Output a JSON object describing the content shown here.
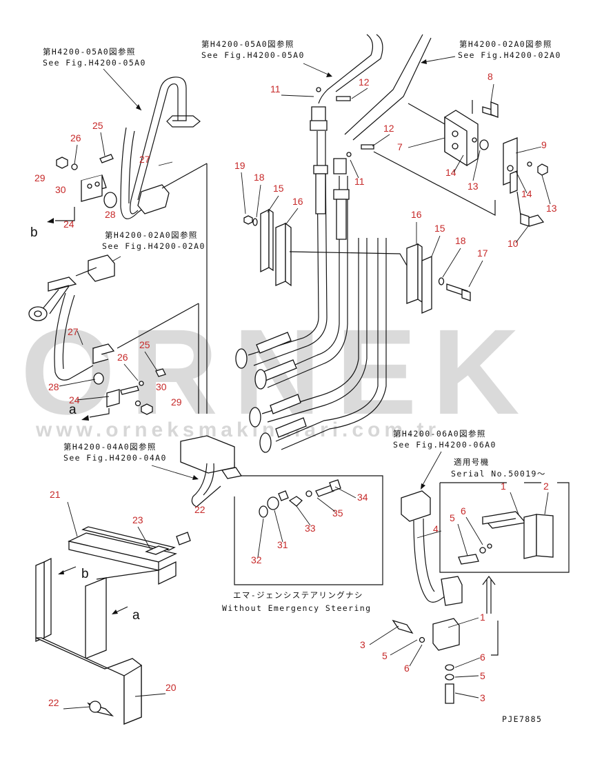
{
  "references": [
    {
      "jp": "第H4200-05A0図参照",
      "en": "See Fig.H4200-05A0"
    },
    {
      "jp": "第H4200-05A0図参照",
      "en": "See Fig.H4200-05A0"
    },
    {
      "jp": "第H4200-02A0図参照",
      "en": "See Fig.H4200-02A0"
    },
    {
      "jp": "第H4200-02A0図参照",
      "en": "See Fig.H4200-02A0"
    },
    {
      "jp": "第H4200-04A0図参照",
      "en": "See Fig.H4200-04A0"
    },
    {
      "jp": "第H4200-06A0図参照",
      "en": "See Fig.H4200-06A0"
    }
  ],
  "serial": {
    "jp": "適用号機",
    "en": "Serial No.50019～"
  },
  "without_emergency": {
    "jp": "エマ-ジェンシステアリングナシ",
    "en": "Without Emergency Steering"
  },
  "callouts": [
    "1",
    "2",
    "3",
    "4",
    "5",
    "6",
    "7",
    "8",
    "9",
    "10",
    "11",
    "12",
    "13",
    "14",
    "15",
    "16",
    "17",
    "18",
    "19",
    "20",
    "21",
    "22",
    "23",
    "24",
    "25",
    "26",
    "27",
    "28",
    "29",
    "30",
    "31",
    "32",
    "33",
    "34",
    "35"
  ],
  "letters": {
    "a": "a",
    "b": "b"
  },
  "watermark": {
    "brand": "ORNEK",
    "url": "www.orneksmakinalari.com.tr",
    "color": "#bdbdbd"
  },
  "drawing_code": "PJE7885",
  "colors": {
    "callout": "#c62828",
    "line": "#111111"
  }
}
